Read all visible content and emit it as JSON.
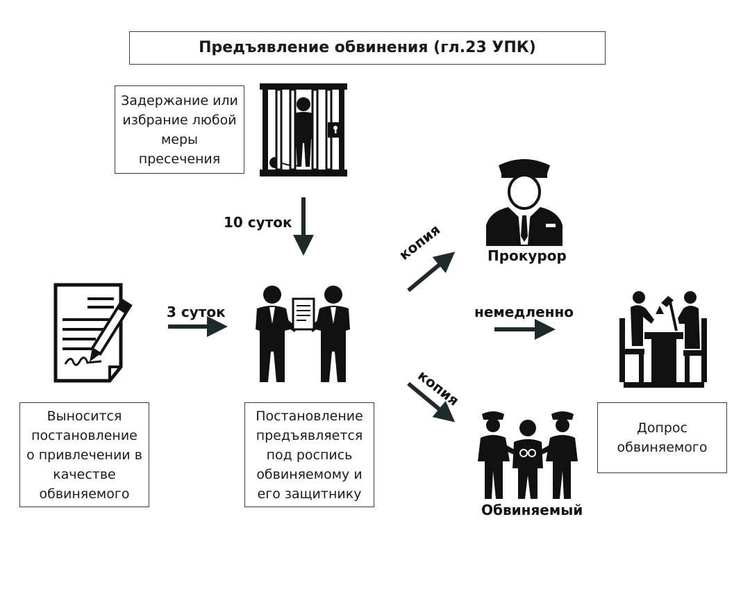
{
  "title": "Предъявление обвинения (гл.23 УПК)",
  "boxes": {
    "detention": "Задержание или\nизбрание любой\nмеры\nпресечения",
    "decision": "Выносится\nпостановление\nо привлечении в\nкачестве\nобвиняемого",
    "presented": "Постановление\nпредъявляется\nпод роспись\nобвиняемому и\nего защитнику",
    "interrogation": "Допрос\nобвиняемого"
  },
  "labels": {
    "days10": "10 суток",
    "days3": "3 суток",
    "copy_prosecutor": "копия",
    "copy_accused": "копия",
    "immediately": "немедленно",
    "prosecutor": "Прокурор",
    "accused": "Обвиняемый"
  },
  "icons": {
    "prison": "prison-bars-icon",
    "document": "signed-document-icon",
    "handover": "handover-document-icon",
    "prosecutor": "prosecutor-icon",
    "accused": "accused-escort-icon",
    "interrogation": "interrogation-table-icon"
  }
}
